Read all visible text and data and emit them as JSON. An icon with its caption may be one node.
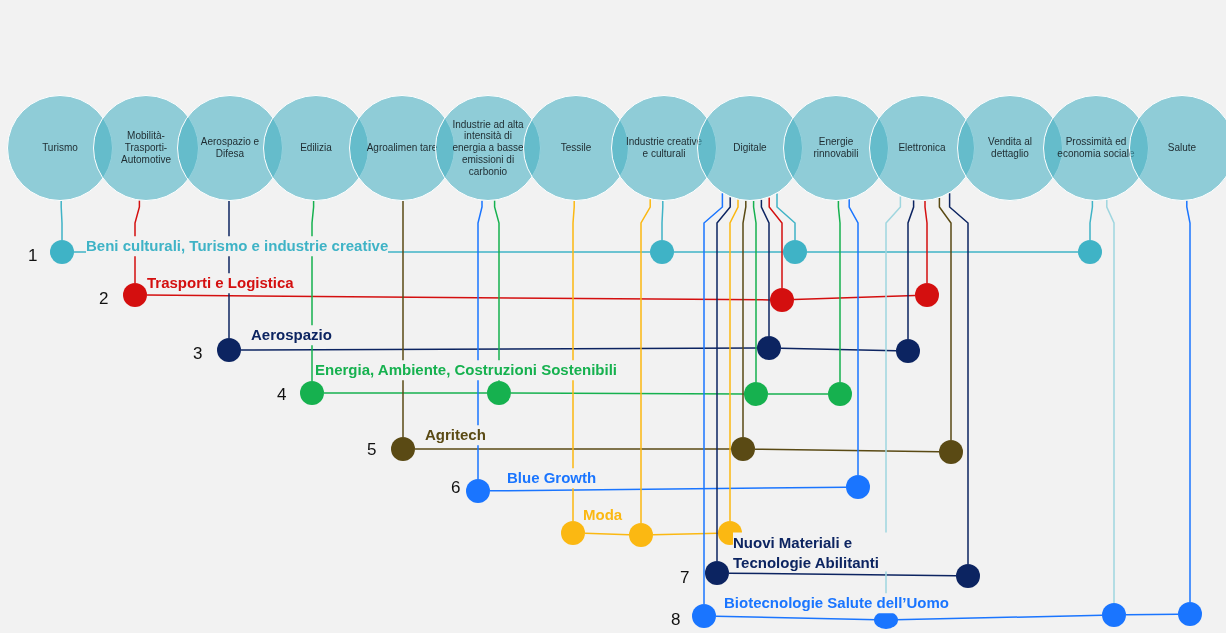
{
  "diagram": {
    "nodes": [
      {
        "text": [
          "Turismo"
        ]
      },
      {
        "text": [
          "Mobilità- Trasporti- Automotive"
        ]
      },
      {
        "text": [
          "Aerospazio e Difesa"
        ]
      },
      {
        "text": [
          "Edilizia"
        ]
      },
      {
        "text": [
          "Agroalimen tare"
        ]
      },
      {
        "text": [
          "Industrie ad alta intensità di energia a basse emissioni di carbonio"
        ]
      },
      {
        "text": [
          "Tessile"
        ]
      },
      {
        "text": [
          "Industrie creative e culturali"
        ]
      },
      {
        "text": [
          "Digitale"
        ]
      },
      {
        "text": [
          "Energie rinnovabili"
        ]
      },
      {
        "text": [
          "Elettronica"
        ]
      },
      {
        "text": [
          "Vendita al dettaglio"
        ]
      },
      {
        "text": [
          "Prossimità ed economia sociale"
        ]
      },
      {
        "text": [
          "Salute"
        ]
      },
      {
        "text": [],
        "shape": "circle",
        "beside": [
          "1",
          "Beni culturali, Turismo e industrie creative"
        ]
      },
      {
        "text": [],
        "shape": "circle"
      },
      {
        "text": [],
        "shape": "circle"
      },
      {
        "text": [],
        "shape": "circle"
      },
      {
        "text": [],
        "shape": "circle",
        "beside": [
          "2",
          "Trasporti e Logistica"
        ]
      },
      {
        "text": [],
        "shape": "circle"
      },
      {
        "text": [],
        "shape": "circle"
      },
      {
        "text": [],
        "shape": "circle",
        "beside": [
          "3",
          "Aerospazio"
        ]
      },
      {
        "text": [],
        "shape": "circle"
      },
      {
        "text": [],
        "shape": "circle"
      },
      {
        "text": [],
        "shape": "circle",
        "beside": [
          "4",
          "Energia, Ambiente, Costruzioni Sostenibili"
        ]
      },
      {
        "text": [],
        "shape": "circle"
      },
      {
        "text": [],
        "shape": "circle"
      },
      {
        "text": [],
        "shape": "circle"
      },
      {
        "text": [],
        "shape": "circle",
        "beside": [
          "5",
          "Agritech"
        ]
      },
      {
        "text": [],
        "shape": "circle"
      },
      {
        "text": [],
        "shape": "circle"
      },
      {
        "text": [],
        "shape": "circle",
        "beside": [
          "6",
          "Blue Growth"
        ]
      },
      {
        "text": [],
        "shape": "circle"
      },
      {
        "text": [],
        "shape": "circle",
        "beside": [
          "Moda"
        ]
      },
      {
        "text": [],
        "shape": "circle"
      },
      {
        "text": [],
        "shape": "circle"
      },
      {
        "text": [],
        "shape": "circle",
        "beside": [
          "7",
          "Nuovi Materiali e Tecnologie Abilitanti"
        ]
      },
      {
        "text": [],
        "shape": "circle"
      },
      {
        "text": [],
        "shape": "circle",
        "beside": [
          "8"
        ]
      },
      {
        "text": [],
        "shape": "circle"
      },
      {
        "text": [],
        "shape": "circle"
      },
      {
        "text": [],
        "shape": "circle"
      }
    ],
    "edges": [
      {
        "from": 0,
        "to": 14,
        "arrow": "none",
        "color": "#3fb3c6"
      },
      {
        "from": 7,
        "to": 15,
        "arrow": "none",
        "color": "#3fb3c6"
      },
      {
        "from": 8,
        "to": 16,
        "arrow": "none",
        "color": "#3fb3c6"
      },
      {
        "from": 12,
        "to": 17,
        "arrow": "none",
        "color": "#3fb3c6"
      },
      {
        "from": 14,
        "to": 15,
        "arrow": "none",
        "color": "#3fb3c6"
      },
      {
        "from": 15,
        "to": 16,
        "arrow": "none",
        "color": "#3fb3c6"
      },
      {
        "from": 16,
        "to": 17,
        "arrow": "none",
        "color": "#3fb3c6"
      },
      {
        "from": 1,
        "to": 18,
        "arrow": "none",
        "color": "#d40f0f"
      },
      {
        "from": 8,
        "to": 19,
        "arrow": "none",
        "color": "#d40f0f"
      },
      {
        "from": 10,
        "to": 20,
        "arrow": "none",
        "color": "#d40f0f"
      },
      {
        "from": 18,
        "to": 19,
        "arrow": "none",
        "color": "#d40f0f"
      },
      {
        "from": 19,
        "to": 20,
        "arrow": "none",
        "color": "#d40f0f"
      },
      {
        "from": 2,
        "to": 21,
        "arrow": "none",
        "color": "#0c2461"
      },
      {
        "from": 8,
        "to": 22,
        "arrow": "none",
        "color": "#0c2461"
      },
      {
        "from": 10,
        "to": 23,
        "arrow": "none",
        "color": "#0c2461"
      },
      {
        "from": 21,
        "to": 22,
        "arrow": "none",
        "color": "#0c2461"
      },
      {
        "from": 22,
        "to": 23,
        "arrow": "none",
        "color": "#0c2461"
      },
      {
        "from": 3,
        "to": 24,
        "arrow": "none",
        "color": "#16b14f"
      },
      {
        "from": 5,
        "to": 25,
        "arrow": "none",
        "color": "#16b14f"
      },
      {
        "from": 8,
        "to": 26,
        "arrow": "none",
        "color": "#16b14f"
      },
      {
        "from": 9,
        "to": 27,
        "arrow": "none",
        "color": "#16b14f"
      },
      {
        "from": 24,
        "to": 25,
        "arrow": "none",
        "color": "#16b14f"
      },
      {
        "from": 25,
        "to": 26,
        "arrow": "none",
        "color": "#16b14f"
      },
      {
        "from": 26,
        "to": 27,
        "arrow": "none",
        "color": "#16b14f"
      },
      {
        "from": 4,
        "to": 28,
        "arrow": "none",
        "color": "#5a4a14"
      },
      {
        "from": 8,
        "to": 29,
        "arrow": "none",
        "color": "#5a4a14"
      },
      {
        "from": 10,
        "to": 30,
        "arrow": "none",
        "color": "#5a4a14"
      },
      {
        "from": 28,
        "to": 29,
        "arrow": "none",
        "color": "#5a4a14"
      },
      {
        "from": 29,
        "to": 30,
        "arrow": "none",
        "color": "#5a4a14"
      },
      {
        "from": 5,
        "to": 31,
        "arrow": "none",
        "color": "#1a75ff"
      },
      {
        "from": 9,
        "to": 32,
        "arrow": "none",
        "color": "#1a75ff"
      },
      {
        "from": 31,
        "to": 32,
        "arrow": "none",
        "color": "#1a75ff"
      },
      {
        "from": 6,
        "to": 33,
        "arrow": "none",
        "color": "#fbb812"
      },
      {
        "from": 7,
        "to": 34,
        "arrow": "none",
        "color": "#fbb812"
      },
      {
        "from": 8,
        "to": 35,
        "arrow": "none",
        "color": "#fbb812"
      },
      {
        "from": 33,
        "to": 34,
        "arrow": "none",
        "color": "#fbb812"
      },
      {
        "from": 34,
        "to": 35,
        "arrow": "none",
        "color": "#fbb812"
      },
      {
        "from": 8,
        "to": 36,
        "arrow": "none",
        "color": "#0c2461"
      },
      {
        "from": 10,
        "to": 37,
        "arrow": "none",
        "color": "#0c2461"
      },
      {
        "from": 36,
        "to": 37,
        "arrow": "none",
        "color": "#0c2461"
      },
      {
        "from": 8,
        "to": 38,
        "arrow": "none",
        "color": "#1a75ff"
      },
      {
        "from": 10,
        "to": 39,
        "arrow": "none",
        "color": "#9fd6df"
      },
      {
        "from": 12,
        "to": 40,
        "arrow": "none",
        "color": "#9fd6df"
      },
      {
        "from": 13,
        "to": 41,
        "arrow": "none",
        "color": "#1a75ff"
      },
      {
        "from": 38,
        "to": 39,
        "arrow": "none",
        "color": "#1a75ff"
      },
      {
        "from": 39,
        "to": 40,
        "arrow": "none",
        "color": "#1a75ff"
      },
      {
        "from": 40,
        "to": 41,
        "arrow": "none",
        "color": "#1a75ff"
      }
    ],
    "labels": [
      "Biotecnologie Salute dell’Uomo"
    ]
  }
}
